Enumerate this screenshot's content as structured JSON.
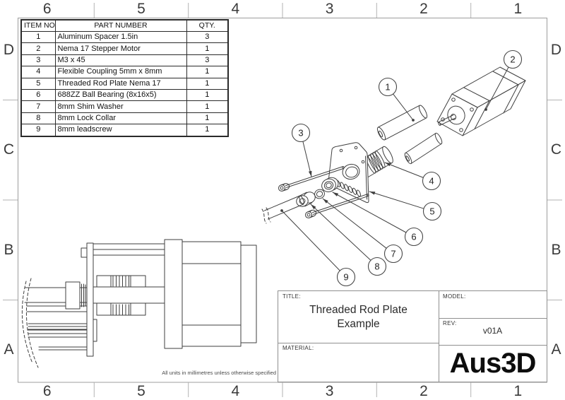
{
  "sheet": {
    "note": "All units in millimetres unless otherwise specified"
  },
  "zones": {
    "columns": [
      "6",
      "5",
      "4",
      "3",
      "2",
      "1"
    ],
    "rows": [
      "D",
      "C",
      "B",
      "A"
    ]
  },
  "bom": {
    "headers": [
      "ITEM NO.",
      "PART NUMBER",
      "QTY."
    ],
    "rows": [
      {
        "item": "1",
        "part": "Aluminum Spacer 1.5in",
        "qty": "3"
      },
      {
        "item": "2",
        "part": "Nema 17 Stepper Motor",
        "qty": "1"
      },
      {
        "item": "3",
        "part": "M3 x 45",
        "qty": "3"
      },
      {
        "item": "4",
        "part": "Flexible Coupling 5mm x 8mm",
        "qty": "1"
      },
      {
        "item": "5",
        "part": "Threaded Rod Plate Nema 17",
        "qty": "1"
      },
      {
        "item": "6",
        "part": "688ZZ Ball Bearing (8x16x5)",
        "qty": "1"
      },
      {
        "item": "7",
        "part": "8mm Shim Washer",
        "qty": "1"
      },
      {
        "item": "8",
        "part": "8mm Lock Collar",
        "qty": "1"
      },
      {
        "item": "9",
        "part": "8mm leadscrew",
        "qty": "1"
      }
    ]
  },
  "balloons": [
    {
      "n": "1"
    },
    {
      "n": "2"
    },
    {
      "n": "3"
    },
    {
      "n": "4"
    },
    {
      "n": "5"
    },
    {
      "n": "6"
    },
    {
      "n": "7"
    },
    {
      "n": "8"
    },
    {
      "n": "9"
    }
  ],
  "title_block": {
    "title_label": "TITLE:",
    "title_line1": "Threaded Rod Plate",
    "title_line2": "Example",
    "model_label": "MODEL:",
    "model_value": "",
    "rev_label": "REV:",
    "rev_value": "v01A",
    "material_label": "MATERIAL:",
    "material_value": "",
    "logo": "Aus3D"
  },
  "colors": {
    "line": "#3f3f3f",
    "frame": "#9c9c9c",
    "text": "#222222"
  }
}
